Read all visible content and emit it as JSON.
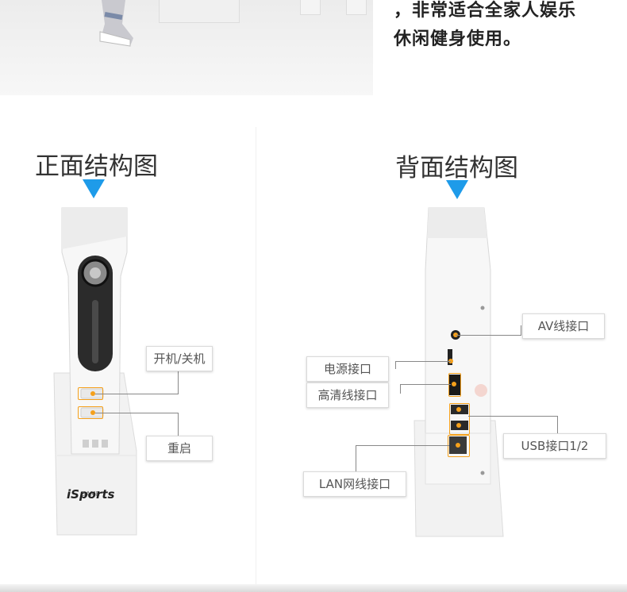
{
  "top_text": {
    "line1": "，非常适合全家人娱乐",
    "line2": "休闲健身使用。"
  },
  "front": {
    "title": "正面结构图",
    "brand_small": "GAME",
    "brand": "iSports",
    "labels": {
      "power": "开机/关机",
      "reset": "重启"
    }
  },
  "back": {
    "title": "背面结构图",
    "labels": {
      "av": "AV线接口",
      "power": "电源接口",
      "hdmi": "高清线接口",
      "usb": "USB接口1/2",
      "lan": "LAN网线接口"
    }
  },
  "colors": {
    "arrow": "#1e9be9",
    "highlight": "#f5a01b"
  }
}
